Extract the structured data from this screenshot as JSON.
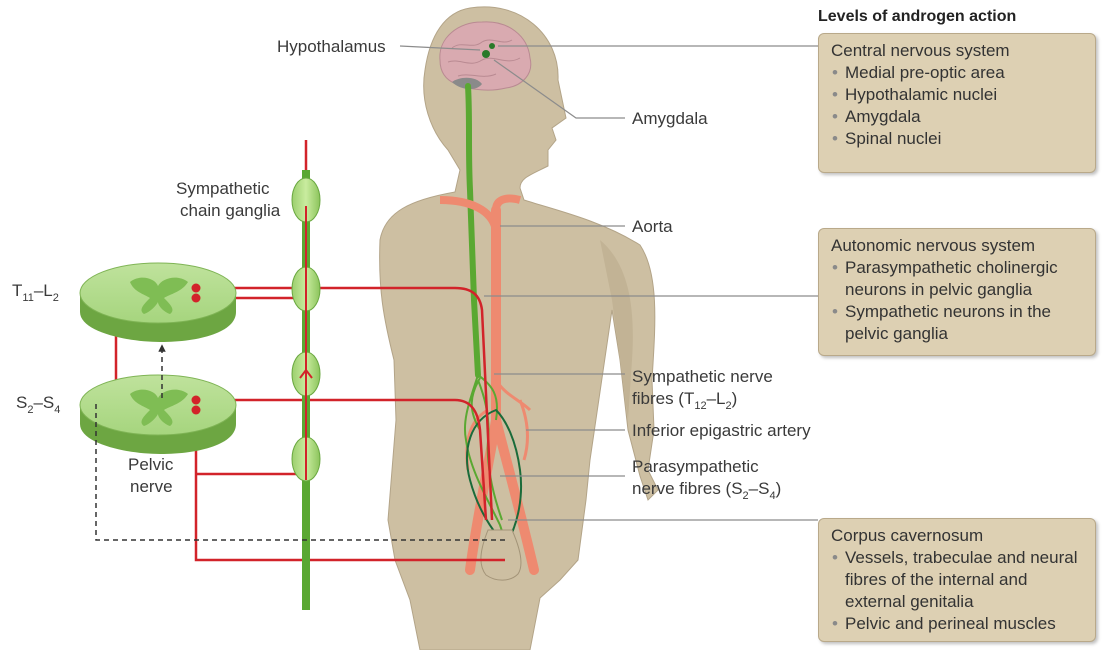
{
  "panel": {
    "title": "Levels of androgen action",
    "boxes": [
      {
        "title": "Central nervous system",
        "items": [
          "Medial pre-optic area",
          "Hypothalamic nuclei",
          "Amygdala",
          "Spinal nuclei"
        ]
      },
      {
        "title": "Autonomic nervous system",
        "items": [
          "Parasympathetic cholinergic neurons in pelvic ganglia",
          "Sympathetic neurons in the pelvic ganglia"
        ]
      },
      {
        "title": "Corpus cavernosum",
        "items": [
          "Vessels, trabeculae and neural fibres of the internal and external genitalia",
          "Pelvic and perineal muscles"
        ]
      }
    ]
  },
  "labels": {
    "hypothalamus": "Hypothalamus",
    "amygdala": "Amygdala",
    "aorta": "Aorta",
    "sympathetic_chain_1": "Sympathetic",
    "sympathetic_chain_2": "chain ganglia",
    "t11_l2": {
      "a": "T",
      "a_sub": "11",
      "dash": "–L",
      "b_sub": "2"
    },
    "s2_s4": {
      "a": "S",
      "a_sub": "2",
      "dash": "–S",
      "b_sub": "4"
    },
    "pelvic_nerve_1": "Pelvic",
    "pelvic_nerve_2": "nerve",
    "sympathetic_fibres_1": "Sympathetic nerve",
    "sympathetic_fibres_2": {
      "pre": "fibres (T",
      "a_sub": "12",
      "mid": "–L",
      "b_sub": "2",
      "post": ")"
    },
    "inferior_epigastric": "Inferior epigastric artery",
    "parasympathetic_1": "Parasympathetic",
    "parasympathetic_2": {
      "pre": "nerve fibres (S",
      "a_sub": "2",
      "mid": "–S",
      "b_sub": "4",
      "post": ")"
    }
  },
  "colors": {
    "body": "#cdbfa2",
    "box": "#ddd0b3",
    "nerve_red": "#d2232a",
    "nerve_green": "#5aa832",
    "artery": "#ee8a70",
    "leader": "#8c8c8c"
  }
}
